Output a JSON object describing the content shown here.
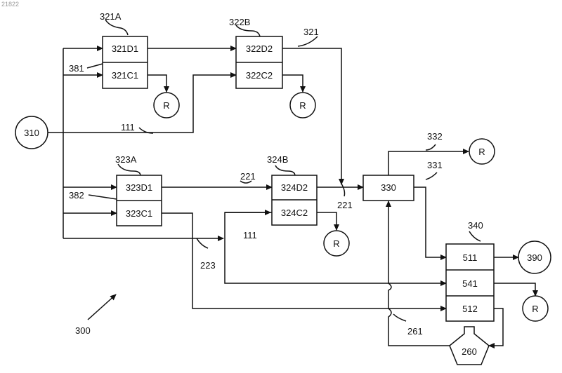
{
  "corner_id": "21822",
  "figure_number": "300",
  "boxes": {
    "b321D1": "321D1",
    "b321C1": "321C1",
    "b322D2": "322D2",
    "b322C2": "322C2",
    "b323D1": "323D1",
    "b323C1": "323C1",
    "b324D2": "324D2",
    "b324C2": "324C2",
    "b330": "330",
    "b511": "511",
    "b541": "541",
    "b512": "512"
  },
  "circles": {
    "c310": "310",
    "c390": "390",
    "r1": "R",
    "r2": "R",
    "r3": "R",
    "r4": "R",
    "r5": "R"
  },
  "pentagon": "260",
  "labels": {
    "l321A": "321A",
    "l322B": "322B",
    "l323A": "323A",
    "l324B": "324B",
    "l321": "321",
    "l381": "381",
    "l382": "382",
    "l111a": "111",
    "l111b": "111",
    "l221a": "221",
    "l221b": "221",
    "l223": "223",
    "l332": "332",
    "l331": "331",
    "l340": "340",
    "l261": "261"
  }
}
